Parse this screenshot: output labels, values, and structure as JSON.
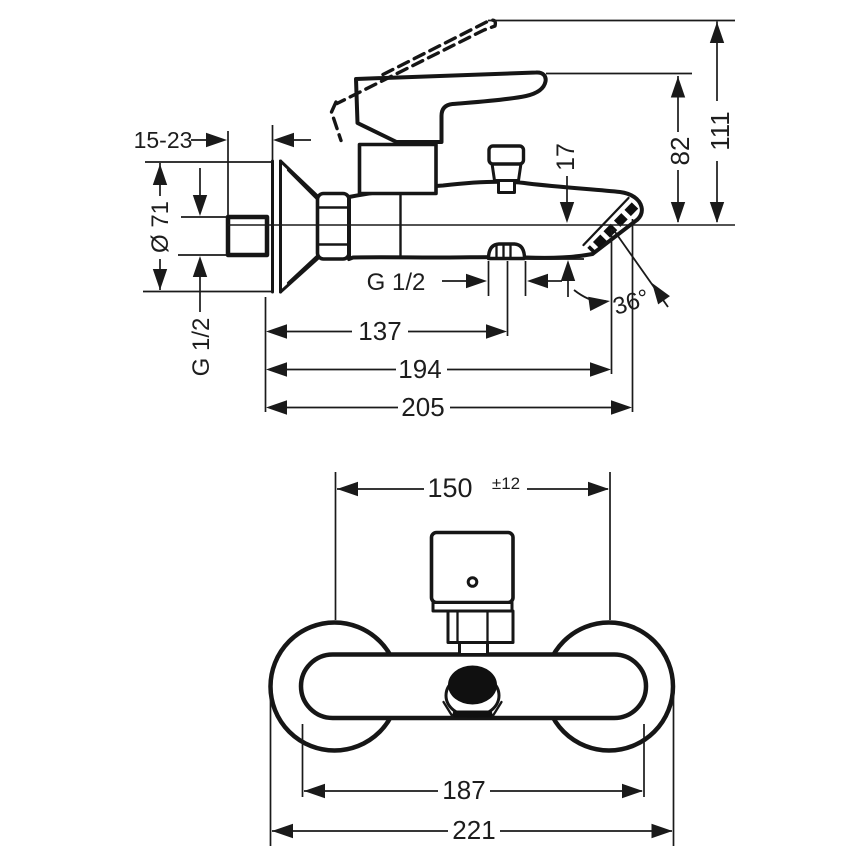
{
  "meta": {
    "kind": "technical installation drawing",
    "subject": "wall-mounted single-lever bath mixer, side view and front view",
    "units": "mm"
  },
  "colors": {
    "background": "#ffffff",
    "line": "#161616",
    "dim_line": "#1a1a1a",
    "text": "#1d1d1d",
    "solid_fill": "#101010"
  },
  "top_view": {
    "labels": {
      "projection_range": "15-23",
      "escutcheon_diameter": "Ø 71",
      "wall_connection_thread": "G 1/2",
      "hose_connection_thread": "G 1/2",
      "spout_drop": "17",
      "handle_height": "82",
      "open_handle_height": "111",
      "hose_outlet_distance": "137",
      "aerator_distance": "194",
      "spout_reach": "205",
      "aerator_angle": "36°"
    }
  },
  "front_view": {
    "labels": {
      "connection_distance": "150",
      "connection_tolerance": "±12",
      "body_width": "187",
      "overall_width": "221"
    }
  }
}
